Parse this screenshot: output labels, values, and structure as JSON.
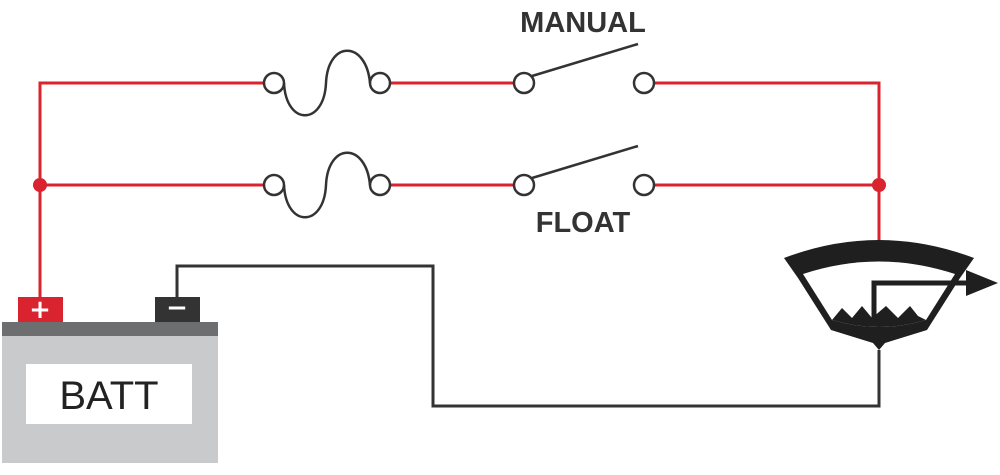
{
  "labels": {
    "manual": "MANUAL",
    "float": "FLOAT",
    "battery": "BATT",
    "plus": "+",
    "minus": "−"
  },
  "colors": {
    "positive_wire": "#d9232e",
    "negative_wire": "#333333",
    "battery_body": "#c9cacc",
    "battery_top": "#6d6e70",
    "pump": "#1f1f1f"
  },
  "icons": {
    "fuse": "fuse-symbol",
    "switch": "spst-switch-symbol",
    "pump": "bilge-pump-symbol",
    "battery": "battery-symbol"
  }
}
